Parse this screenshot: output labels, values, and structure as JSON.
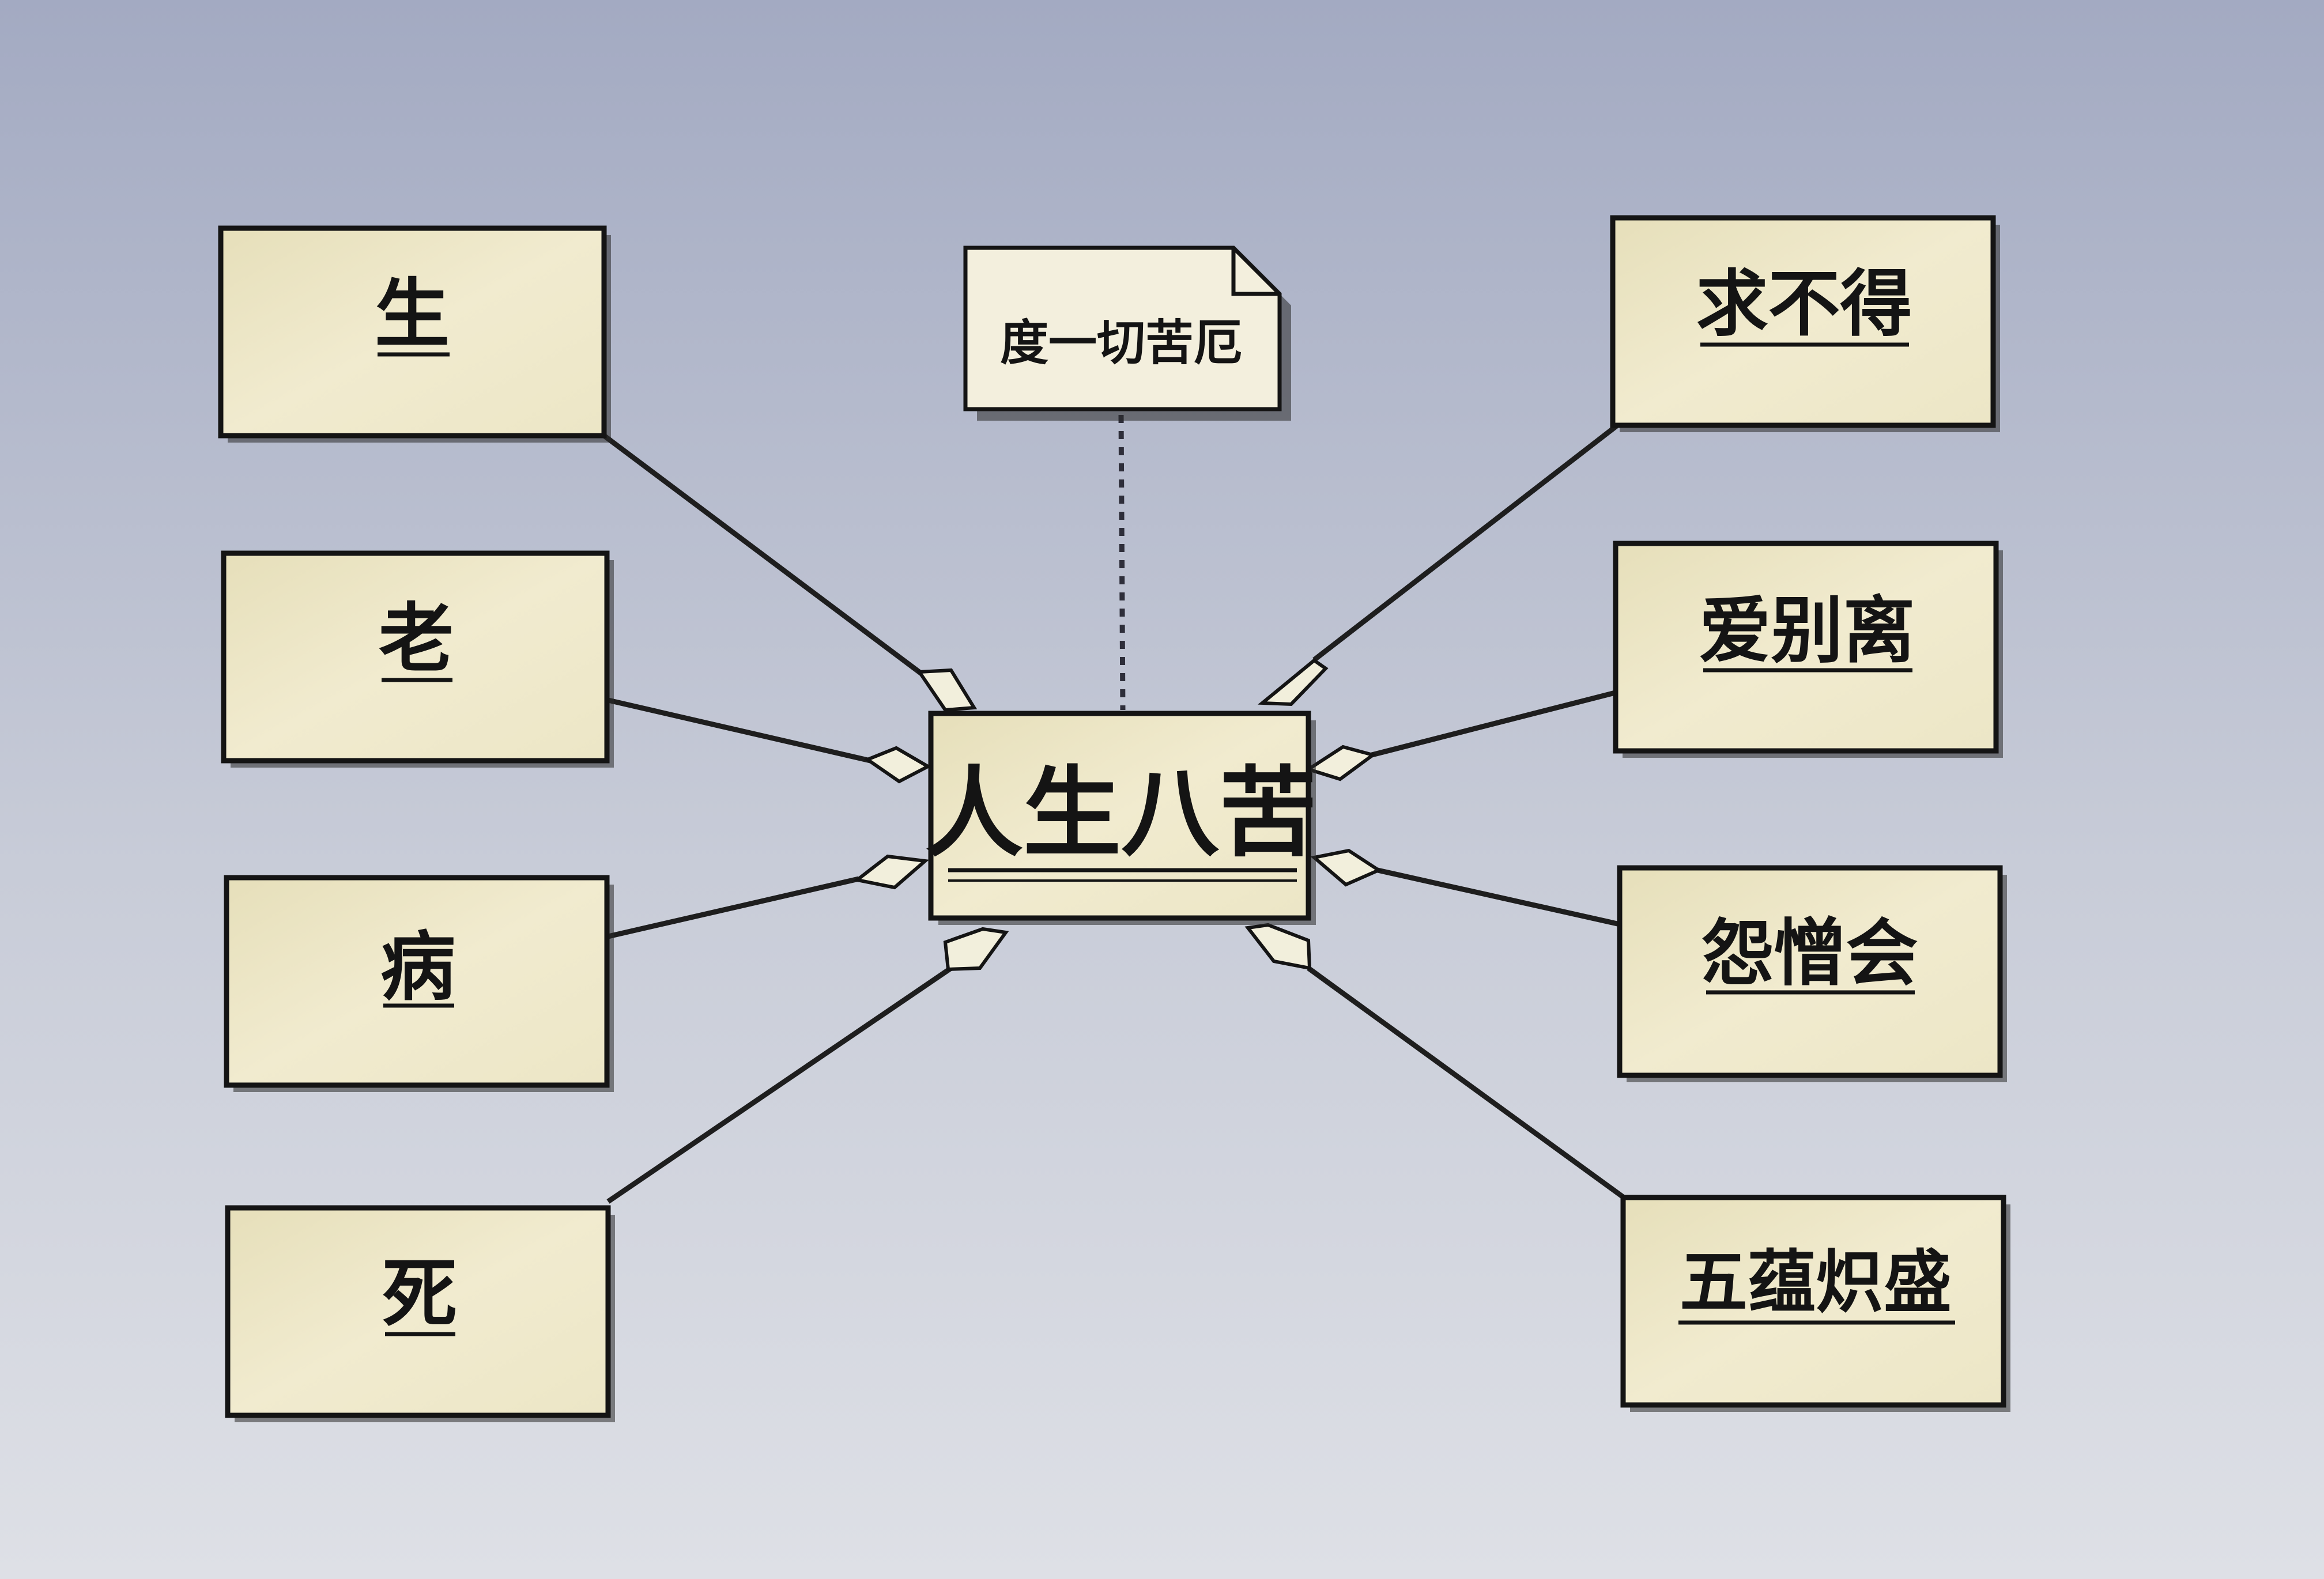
{
  "center": {
    "label": "人生八苦"
  },
  "note": {
    "label": "度一切苦厄"
  },
  "left_items": [
    {
      "label": "生"
    },
    {
      "label": "老"
    },
    {
      "label": "病"
    },
    {
      "label": "死"
    }
  ],
  "right_items": [
    {
      "label": "求不得"
    },
    {
      "label": "爱别离"
    },
    {
      "label": "怨憎会"
    },
    {
      "label": "五蕴炽盛"
    }
  ],
  "colors": {
    "background_top": "#a9b0c6",
    "background_bottom": "#dcdfe6",
    "box_fill": "#eee8c8",
    "line": "#1e1e1e"
  }
}
